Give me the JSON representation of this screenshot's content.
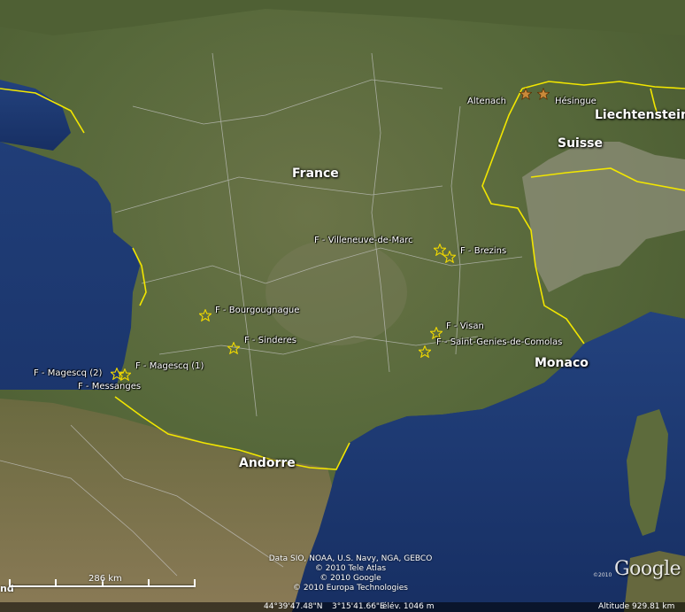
{
  "country_labels": {
    "france": "France",
    "suisse": "Suisse",
    "liechtenstein": "Liechtenstein",
    "monaco": "Monaco",
    "andorre": "Andorre"
  },
  "placemarks": {
    "altenach": "Altenach",
    "hesingue": "Hésingue",
    "villeneuve": "F - Villeneuve-de-Marc",
    "brezins": "F - Brezins",
    "bourgougnague": "F - Bourgougnague",
    "sinderes": "F - Sinderes",
    "magescq2": "F - Magescq (2)",
    "magescq1": "F - Magescq (1)",
    "messanges": "F - Messanges",
    "visan": "F - Visan",
    "saint_genies": "F - Saint-Genies-de-Comolas"
  },
  "credits": [
    "Data SIO, NOAA, U.S. Navy, NGA, GEBCO",
    "© 2010 Tele Atlas",
    "© 2010 Google",
    "© 2010 Europa Technologies"
  ],
  "scale": {
    "label": "286 km",
    "left_fragment": "nd"
  },
  "status": {
    "latitude": "44°39'47.48\"N",
    "longitude": "3°15'41.66\"E",
    "elevation": "élév. 1046 m",
    "altitude": "Altitude  929.81 km"
  },
  "logo": {
    "text": "Google",
    "small": "©2010"
  },
  "colors": {
    "border": "#f2e600",
    "sea": "#1d3d7c",
    "land": "#5a6a3a",
    "star": "#f0d800",
    "star_red": "#c98a3a"
  },
  "icons": {
    "placemark": "star-icon"
  }
}
